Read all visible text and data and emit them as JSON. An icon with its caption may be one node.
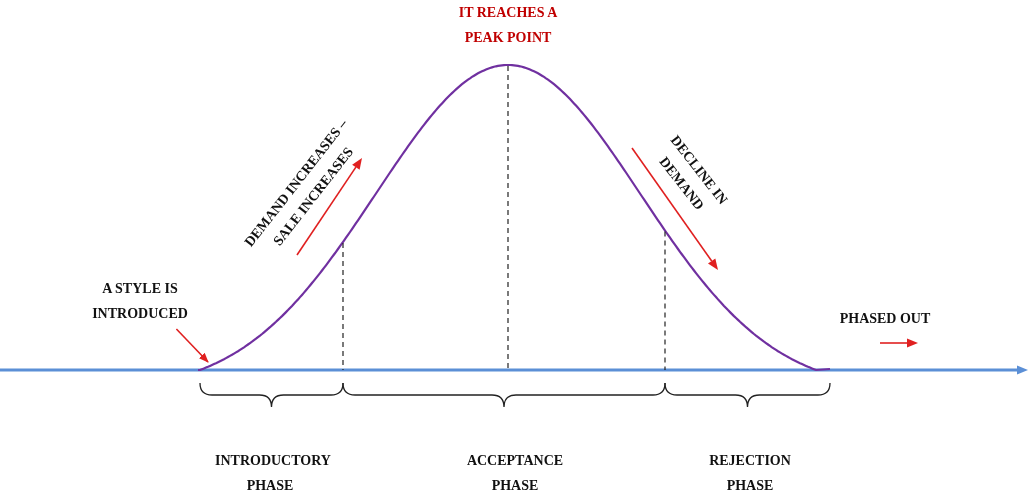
{
  "diagram": {
    "nodes": [
      {
        "text": [
          "A STYLE IS INTRODUCED"
        ]
      },
      {
        "text": [],
        "shape": "curve"
      }
    ],
    "edges": [
      {
        "from": 0,
        "to": 1,
        "arrow": "to",
        "color": "#e02020"
      }
    ],
    "labels": [
      "IT REACHES A PEAK POINT",
      "DEMAND INCREASES – SALE INCREASES",
      "DECLINE IN DEMAND",
      "PHASED OUT",
      "INTRODUCTORY PHASE",
      "ACCEPTANCE PHASE",
      "REJECTION PHASE"
    ]
  }
}
